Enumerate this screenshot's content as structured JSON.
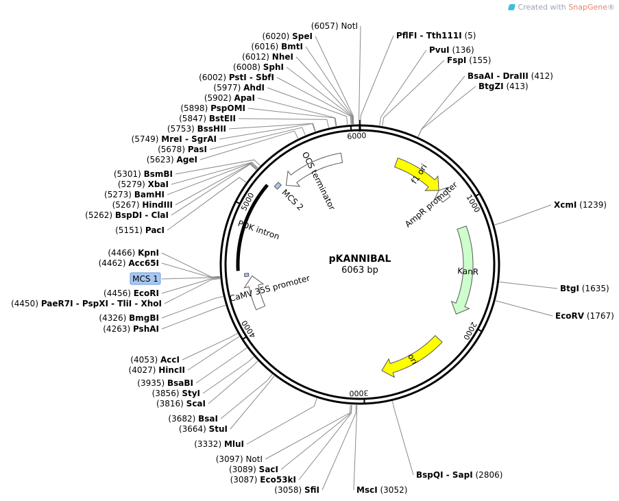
{
  "credit": {
    "prefix": "Created with",
    "brand": "SnapGene",
    "reg": "®"
  },
  "plasmid": {
    "name": "pKANNIBAL",
    "length_label": "6063 bp",
    "length": 6063
  },
  "tick_labels": [
    "1000",
    "2000",
    "3000",
    "4000",
    "5000",
    "6000"
  ],
  "features": [
    {
      "name": "f1 ori",
      "color": "#ffff00",
      "start": 330,
      "end": 788,
      "dir": "cw"
    },
    {
      "name": "AmpR promoter",
      "color": "#ffffff",
      "start": 788,
      "end": 893,
      "dir": "ccw"
    },
    {
      "name": "KanR",
      "color": "#ccffcc",
      "start": 1180,
      "end": 1975,
      "dir": "cw"
    },
    {
      "name": "ori",
      "color": "#ffff00",
      "start": 2245,
      "end": 2835,
      "dir": "cw"
    },
    {
      "name": "CaMV 35S promoter",
      "color": "#ffffff",
      "start": 4150,
      "end": 4446,
      "dir": "cw"
    },
    {
      "name": "MCS 1",
      "color": "#a8c8f0",
      "start": 4446,
      "end": 4472,
      "dir": "none"
    },
    {
      "name": "PDK intron",
      "color": "#000000",
      "start": 4500,
      "end": 5230,
      "dir": "none"
    },
    {
      "name": "MCS 2",
      "color": "#a8c8f0",
      "start": 5262,
      "end": 5310,
      "dir": "none"
    },
    {
      "name": "OCS terminator",
      "color": "#ffffff",
      "start": 5340,
      "end": 5900,
      "dir": "ccw"
    }
  ],
  "sites": [
    {
      "pos": "(6057)",
      "name": "NotI",
      "bold": false,
      "site": 6057
    },
    {
      "pos": "(6020)",
      "name": "SpeI",
      "bold": true,
      "site": 6020
    },
    {
      "pos": "(6016)",
      "name": "BmtI",
      "bold": true,
      "site": 6016
    },
    {
      "pos": "(6012)",
      "name": "NheI",
      "bold": true,
      "site": 6012
    },
    {
      "pos": "(6008)",
      "name": "SphI",
      "bold": true,
      "site": 6008
    },
    {
      "pos": "(6002)",
      "name": "PstI - SbfI",
      "bold": true,
      "site": 6002
    },
    {
      "pos": "(5977)",
      "name": "AhdI",
      "bold": true,
      "site": 5977
    },
    {
      "pos": "(5902)",
      "name": "ApaI",
      "bold": true,
      "site": 5902
    },
    {
      "pos": "(5898)",
      "name": "PspOMI",
      "bold": true,
      "site": 5898
    },
    {
      "pos": "(5847)",
      "name": "BstEII",
      "bold": true,
      "site": 5847
    },
    {
      "pos": "(5753)",
      "name": "BssHII",
      "bold": true,
      "site": 5753
    },
    {
      "pos": "(5749)",
      "name": "MreI - SgrAI",
      "bold": true,
      "site": 5749
    },
    {
      "pos": "(5678)",
      "name": "PasI",
      "bold": true,
      "site": 5678
    },
    {
      "pos": "(5623)",
      "name": "AgeI",
      "bold": true,
      "site": 5623
    },
    {
      "pos": "(5301)",
      "name": "BsmBI",
      "bold": true,
      "site": 5301
    },
    {
      "pos": "(5279)",
      "name": "XbaI",
      "bold": true,
      "site": 5279
    },
    {
      "pos": "(5273)",
      "name": "BamHI",
      "bold": true,
      "site": 5273
    },
    {
      "pos": "(5267)",
      "name": "HindIII",
      "bold": true,
      "site": 5267
    },
    {
      "pos": "(5262)",
      "name": "BspDI - ClaI",
      "bold": true,
      "site": 5262
    },
    {
      "pos": "(5151)",
      "name": "PacI",
      "bold": true,
      "site": 5151
    },
    {
      "pos": "(4466)",
      "name": "KpnI",
      "bold": true,
      "site": 4466
    },
    {
      "pos": "(4462)",
      "name": "Acc65I",
      "bold": true,
      "site": 4462
    },
    {
      "pos": "(4456)",
      "name": "EcoRI",
      "bold": true,
      "site": 4456
    },
    {
      "pos": "(4450)",
      "name": "PaeR7I - PspXI - TliI - XhoI",
      "bold": true,
      "site": 4450
    },
    {
      "pos": "(4326)",
      "name": "BmgBI",
      "bold": true,
      "site": 4326
    },
    {
      "pos": "(4263)",
      "name": "PshAI",
      "bold": true,
      "site": 4263
    },
    {
      "pos": "(4053)",
      "name": "AccI",
      "bold": true,
      "site": 4053
    },
    {
      "pos": "(4027)",
      "name": "HincII",
      "bold": true,
      "site": 4027
    },
    {
      "pos": "(3935)",
      "name": "BsaBI",
      "bold": true,
      "site": 3935
    },
    {
      "pos": "(3856)",
      "name": "StyI",
      "bold": true,
      "site": 3856
    },
    {
      "pos": "(3816)",
      "name": "ScaI",
      "bold": true,
      "site": 3816
    },
    {
      "pos": "(3682)",
      "name": "BsaI",
      "bold": true,
      "site": 3682
    },
    {
      "pos": "(3664)",
      "name": "StuI",
      "bold": true,
      "site": 3664
    },
    {
      "pos": "(3332)",
      "name": "MluI",
      "bold": true,
      "site": 3332
    },
    {
      "pos": "(3097)",
      "name": "NotI",
      "bold": false,
      "site": 3097
    },
    {
      "pos": "(3089)",
      "name": "SacI",
      "bold": true,
      "site": 3089
    },
    {
      "pos": "(3087)",
      "name": "Eco53kI",
      "bold": true,
      "site": 3087
    },
    {
      "pos": "(3058)",
      "name": "SfiI",
      "bold": true,
      "site": 3058
    },
    {
      "pos": "(3052)",
      "name": "MscI",
      "bold": true,
      "site": 3052
    },
    {
      "pos": "(2806)",
      "name": "BspQI - SapI",
      "bold": true,
      "site": 2806
    },
    {
      "pos": "(1767)",
      "name": "EcoRV",
      "bold": true,
      "site": 1767
    },
    {
      "pos": "(1635)",
      "name": "BtgI",
      "bold": true,
      "site": 1635
    },
    {
      "pos": "(1239)",
      "name": "XcmI",
      "bold": true,
      "site": 1239
    },
    {
      "pos": "(413)",
      "name": "BtgZI",
      "bold": true,
      "site": 413
    },
    {
      "pos": "(412)",
      "name": "BsaAI - DraIII",
      "bold": true,
      "site": 412
    },
    {
      "pos": "(155)",
      "name": "FspI",
      "bold": true,
      "site": 155
    },
    {
      "pos": "(136)",
      "name": "PvuI",
      "bold": true,
      "site": 136
    },
    {
      "pos": "(5)",
      "name": "PflFI - Tth111I",
      "bold": true,
      "site": 5
    }
  ]
}
